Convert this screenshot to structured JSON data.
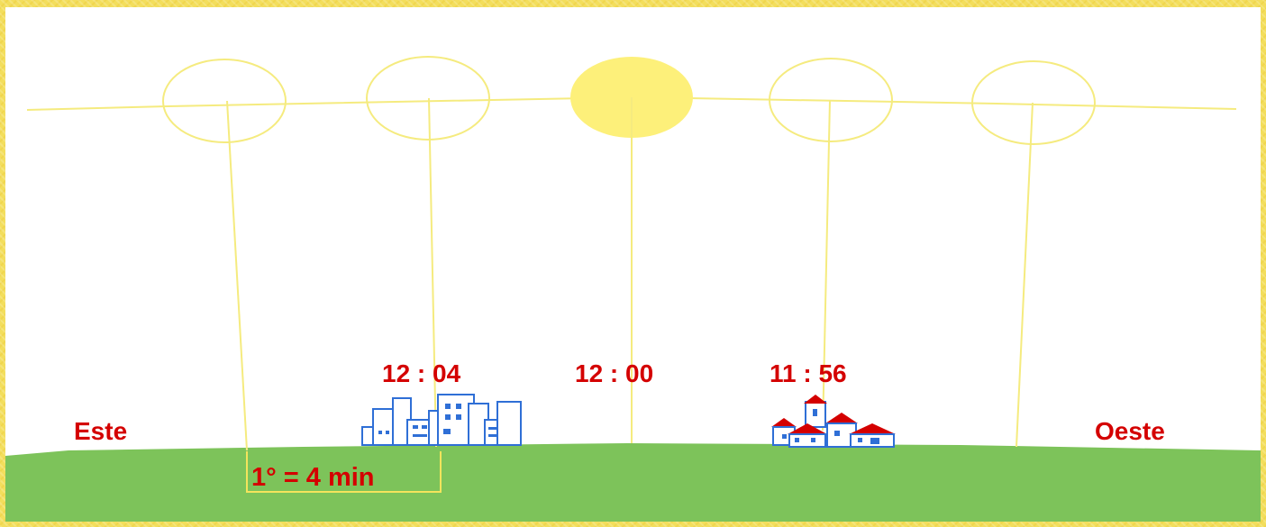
{
  "labels": {
    "east": "Este",
    "west": "Oeste",
    "scale_note": "1° = 4 min"
  },
  "times": [
    "12 : 04",
    "12 : 00",
    "11 : 56"
  ],
  "colors": {
    "frame": "#f3de5c",
    "sky": "#ffffff",
    "ground": "#7dc35a",
    "sun_fill": "#fdf07a",
    "sun_outline": "#f5eb7f",
    "labels": "#d40000",
    "buildings": "#2f6fd6",
    "roofs": "#d40000"
  },
  "icons": [
    "sun-icon",
    "city-buildings-icon",
    "village-houses-icon"
  ]
}
